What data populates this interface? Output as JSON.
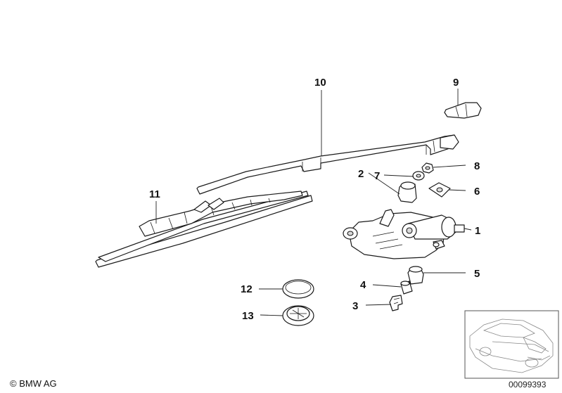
{
  "callouts": [
    {
      "id": "callout-1",
      "label": "1"
    },
    {
      "id": "callout-2",
      "label": "2"
    },
    {
      "id": "callout-3",
      "label": "3"
    },
    {
      "id": "callout-4",
      "label": "4"
    },
    {
      "id": "callout-5",
      "label": "5"
    },
    {
      "id": "callout-6",
      "label": "6"
    },
    {
      "id": "callout-7",
      "label": "7"
    },
    {
      "id": "callout-8",
      "label": "8"
    },
    {
      "id": "callout-9",
      "label": "9"
    },
    {
      "id": "callout-10",
      "label": "10"
    },
    {
      "id": "callout-11",
      "label": "11"
    },
    {
      "id": "callout-12",
      "label": "12"
    },
    {
      "id": "callout-13",
      "label": "13"
    }
  ],
  "footer": {
    "copyright": "© BMW AG",
    "diagram_number": "00099393"
  }
}
